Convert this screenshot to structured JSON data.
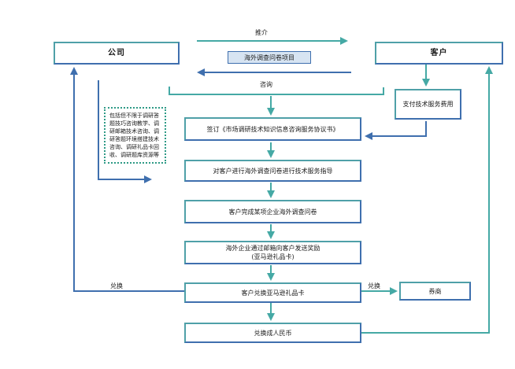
{
  "nodes": {
    "company": "公司",
    "customer": "客户",
    "pay_fee": "支付技术服务费用",
    "sign": "签订《市场调研技术知识信息咨询服务协议书》",
    "guide": "对客户进行海外调查问卷进行技术服务指导",
    "complete": "客户完成某项企业海外调查问卷",
    "reward_line1": "海外企业通过邮箱向客户发送奖励",
    "reward_line2": "(亚马逊礼品卡)",
    "redeem": "客户兑换亚马逊礼品卡",
    "merchant": "券商",
    "rmb": "兑换成人民币"
  },
  "labels": {
    "promote": "推介",
    "project": "海外调查问卷项目",
    "consult": "咨询",
    "exchange_left": "兑换",
    "exchange_right": "兑换"
  },
  "note": "包括但不限于调研答题技巧咨询教学、调研邮箱技术咨询、调研答题环境搭建技术咨询、调研礼品卡回收、调研题库资源等",
  "colors": {
    "teal": "#4fa0a8",
    "blue": "#3f6fae",
    "arrow": "#45a9a5",
    "tag": "#d7e4f2"
  }
}
